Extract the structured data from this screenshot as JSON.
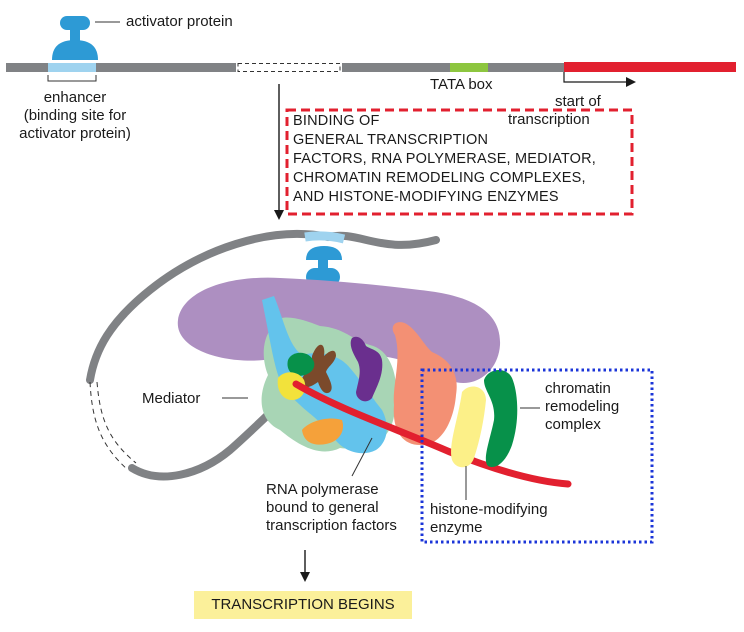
{
  "labels": {
    "activator_protein": "activator protein",
    "enhancer_lines": [
      "enhancer",
      "(binding site for",
      "activator protein)"
    ],
    "tata_box": "TATA box",
    "start_lines": [
      "start of",
      "transcription"
    ],
    "binding_lines": [
      "BINDING OF",
      "GENERAL TRANSCRIPTION",
      "FACTORS, RNA POLYMERASE, MEDIATOR,",
      "CHROMATIN REMODELING COMPLEXES,",
      "AND HISTONE-MODIFYING ENZYMES"
    ],
    "mediator": "Mediator",
    "chromatin_lines": [
      "chromatin",
      "remodeling",
      "complex"
    ],
    "rna_pol_lines": [
      "RNA polymerase",
      "bound to general",
      "transcription factors"
    ],
    "histone_lines": [
      "histone-modifying",
      "enzyme"
    ],
    "transcription_begins": "TRANSCRIPTION BEGINS"
  },
  "colors": {
    "dna": "#808285",
    "enhancer": "#9fd3ef",
    "activator": "#2d9ad5",
    "tata": "#8dc63f",
    "transcript": "#e2202f",
    "mediator": "#ad8fc1",
    "gtf_green": "#a8d5b5",
    "polymerase": "#63c3ec",
    "salmon": "#f39074",
    "purple_dark": "#6a2f8e",
    "brown": "#7b4a2b",
    "orange": "#f5a13a",
    "yellow": "#f2e23b",
    "pale_yellow": "#fcf088",
    "green_dark": "#07914a",
    "dashed_red_box": "#e2202f",
    "dotted_blue_box": "#1b35d8",
    "highlight": "#fbf09a"
  }
}
